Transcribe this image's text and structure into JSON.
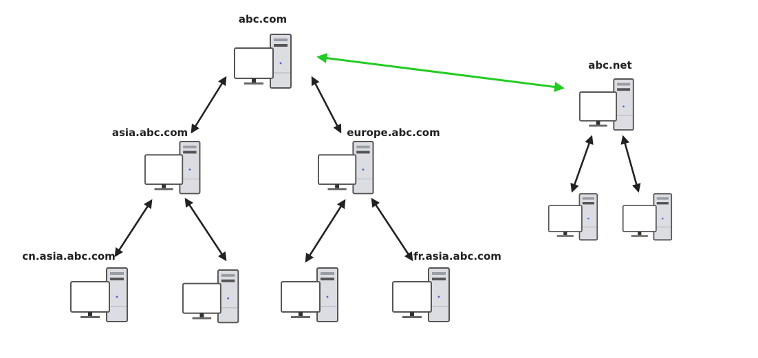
{
  "diagram": {
    "type": "network-tree",
    "nodes": [
      {
        "id": "abc-com",
        "label": "abc.com",
        "icon": "computer-icon"
      },
      {
        "id": "asia",
        "label": "asia.abc.com",
        "icon": "computer-icon"
      },
      {
        "id": "europe",
        "label": "europe.abc.com",
        "icon": "computer-icon"
      },
      {
        "id": "cn-asia",
        "label": "cn.asia.abc.com",
        "icon": "computer-icon"
      },
      {
        "id": "asia-child-2",
        "label": "",
        "icon": "computer-icon"
      },
      {
        "id": "europe-child-1",
        "label": "",
        "icon": "computer-icon"
      },
      {
        "id": "fr-asia",
        "label": "fr.asia.abc.com",
        "icon": "computer-icon"
      },
      {
        "id": "abc-net",
        "label": "abc.net",
        "icon": "computer-icon"
      },
      {
        "id": "net-child-1",
        "label": "",
        "icon": "computer-icon"
      },
      {
        "id": "net-child-2",
        "label": "",
        "icon": "computer-icon"
      }
    ],
    "edges": [
      {
        "from": "abc-com",
        "to": "asia",
        "kind": "bidirectional",
        "color": "#222222"
      },
      {
        "from": "abc-com",
        "to": "europe",
        "kind": "bidirectional",
        "color": "#222222"
      },
      {
        "from": "asia",
        "to": "cn-asia",
        "kind": "bidirectional",
        "color": "#222222"
      },
      {
        "from": "asia",
        "to": "asia-child-2",
        "kind": "bidirectional",
        "color": "#222222"
      },
      {
        "from": "europe",
        "to": "europe-child-1",
        "kind": "bidirectional",
        "color": "#222222"
      },
      {
        "from": "europe",
        "to": "fr-asia",
        "kind": "bidirectional",
        "color": "#222222"
      },
      {
        "from": "abc-com",
        "to": "abc-net",
        "kind": "bidirectional",
        "color": "#22cc22"
      },
      {
        "from": "abc-net",
        "to": "net-child-1",
        "kind": "bidirectional",
        "color": "#222222"
      },
      {
        "from": "abc-net",
        "to": "net-child-2",
        "kind": "bidirectional",
        "color": "#222222"
      }
    ]
  },
  "colors": {
    "trust_link": "#22cc22",
    "tree_link": "#222222",
    "tower_fill": "#dcdde2",
    "outline": "#555555"
  }
}
